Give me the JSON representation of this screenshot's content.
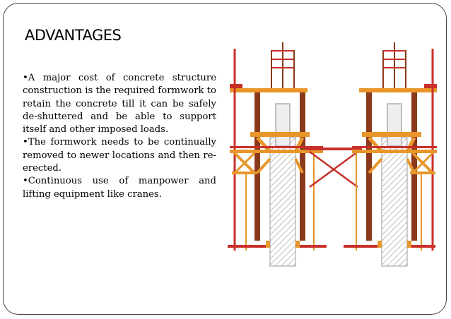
{
  "slide": {
    "title": "ADVANTAGES",
    "bullets": [
      "•A major cost of concrete structure construction is the required formwork to retain the concrete till it can be safely de-shuttered and be able to support itself and other imposed loads.",
      "•The formwork needs to be continually removed to newer locations and then re-erected.",
      "•Continuous use of manpower and lifting equipment like cranes."
    ]
  },
  "colors": {
    "frame_orange": "#e8962a",
    "post_brown": "#8a3a1a",
    "brace_red": "#c8302a",
    "concrete_grey": "#d9d9d9"
  }
}
